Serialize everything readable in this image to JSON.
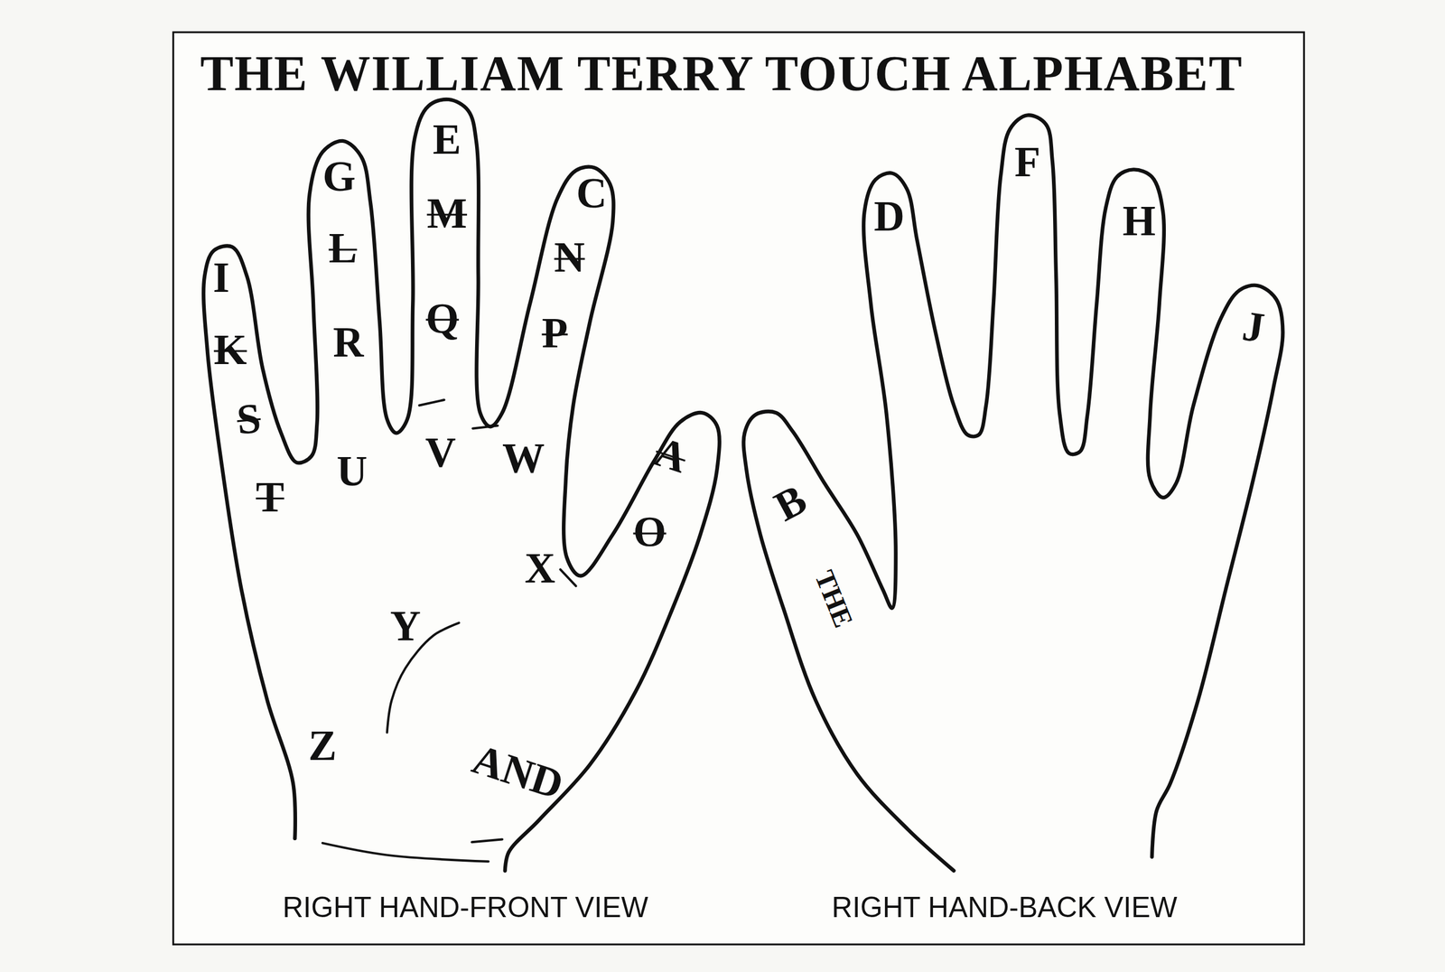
{
  "diagram": {
    "title": "THE WILLIAM TERRY TOUCH ALPHABET",
    "labels": [
      "I",
      "K",
      "S",
      "T",
      "G",
      "L",
      "R",
      "E",
      "M",
      "Q",
      "C",
      "N",
      "P",
      "U",
      "V",
      "W",
      "A",
      "O",
      "X",
      "Y",
      "Z",
      "AND",
      "D",
      "F",
      "H",
      "J",
      "B",
      "THE",
      "RIGHT HAND-FRONT VIEW",
      "RIGHT HAND-BACK VIEW"
    ]
  }
}
